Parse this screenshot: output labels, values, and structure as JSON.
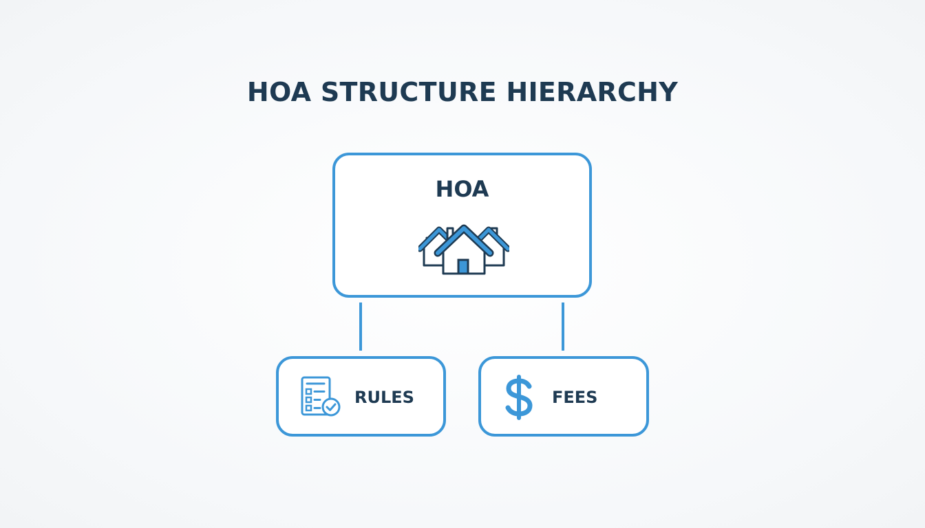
{
  "diagram": {
    "title": "HOA STRUCTURE HIERARCHY",
    "root": {
      "label": "HOA",
      "icon": "houses-icon"
    },
    "children": [
      {
        "label": "RULES",
        "icon": "checklist-icon"
      },
      {
        "label": "FEES",
        "icon": "dollar-sign-icon"
      }
    ],
    "colors": {
      "accent": "#3c97d8",
      "text": "#1e3a52",
      "background": "#f7f9fb"
    }
  }
}
